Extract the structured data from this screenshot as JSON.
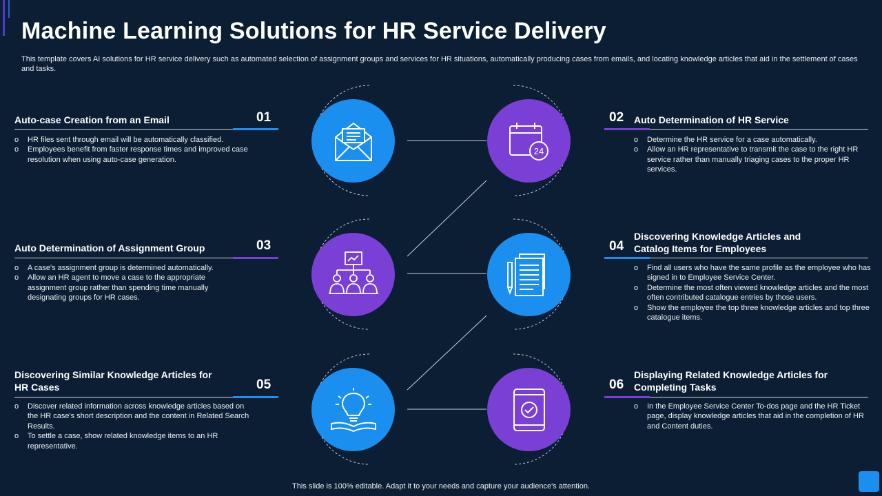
{
  "title": "Machine Learning Solutions for HR Service Delivery",
  "subtitle": "This template covers AI  solutions for HR service delivery such as automated selection of assignment groups and services for HR situations, automatically producing cases from emails, and locating knowledge articles that aid in the settlement of cases and tasks.",
  "footer": "This slide is 100% editable. Adapt it to your needs and capture your audience's attention.",
  "colors": {
    "background": "#0b1e33",
    "blue": "#1a8fef",
    "purple": "#7a3fd4"
  },
  "sections": [
    {
      "number": "01",
      "title_line1": "Auto-case Creation from an Email",
      "title_line2": "",
      "icon": "email-icon",
      "bullets": [
        "HR files sent through email will be automatically classified.",
        "Employees benefit from faster response times and improved case resolution when using auto-case generation."
      ]
    },
    {
      "number": "02",
      "title_line1": "Auto Determination of HR Service",
      "title_line2": "",
      "icon": "calendar-24-icon",
      "bullets": [
        "Determine the HR service for a case automatically.",
        "Allow an HR representative to transmit the case to the right HR service rather than manually triaging cases to the proper HR services."
      ]
    },
    {
      "number": "03",
      "title_line1": "Auto Determination of Assignment Group",
      "title_line2": "",
      "icon": "team-presentation-icon",
      "bullets": [
        "A case's assignment group is determined automatically.",
        "Allow an HR agent to move a case to the appropriate assignment group rather than spending time manually designating groups for HR cases."
      ]
    },
    {
      "number": "04",
      "title_line1": "Discovering Knowledge Articles and",
      "title_line2": "Catalog Items for Employees",
      "icon": "documents-icon",
      "bullets": [
        "Find all users who have the same profile as the employee who has signed in to Employee Service Center.",
        "Determine the most often viewed knowledge articles and the most often contributed catalogue entries by those users.",
        "Show the employee the top three knowledge articles and top three catalogue items."
      ]
    },
    {
      "number": "05",
      "title_line1": "Discovering Similar Knowledge Articles for",
      "title_line2": "HR Cases",
      "icon": "lightbulb-book-icon",
      "bullets": [
        "Discover related information across knowledge articles based on the HR case's short description and the content in Related Search Results.",
        "To settle a case, show related knowledge items to an HR representative."
      ]
    },
    {
      "number": "06",
      "title_line1": "Displaying Related Knowledge Articles for",
      "title_line2": "Completing Tasks",
      "icon": "tablet-check-icon",
      "bullets": [
        "In the Employee Service Center To-dos page and the HR Ticket page, display knowledge articles that aid in the completion of HR and Content duties."
      ]
    }
  ]
}
